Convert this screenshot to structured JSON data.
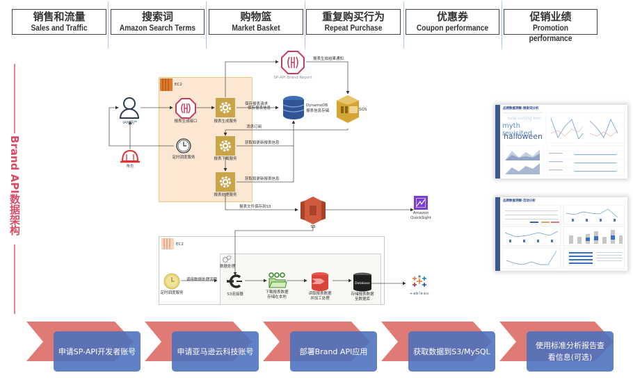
{
  "header": {
    "categories": [
      {
        "zh": "销售和流量",
        "en": "Sales and Traffic"
      },
      {
        "zh": "搜索词",
        "en": "Amazon Search Terms"
      },
      {
        "zh": "购物篮",
        "en": "Market Basket"
      },
      {
        "zh": "重复购买行为",
        "en": "Repeat Purchase"
      },
      {
        "zh": "优惠券",
        "en": "Coupon performance"
      },
      {
        "zh": "促销业绩",
        "en": "Promotion performance"
      }
    ]
  },
  "side_title": "Brand API数据架构",
  "diagram": {
    "iam_user": "IAM用户",
    "role": "角色",
    "ec2_top": "EC2",
    "report_api_gateway": "报表生成接口",
    "report_gen_service": "报表生成服务",
    "scheduler_service": "定时调度服务",
    "report_download_service": "报表下载服务",
    "report_process_service": "报表处理服务",
    "sp_api_brand_report": "SP-API Brand Report",
    "report_done_notice": "报表生成结果通知",
    "dynamodb_name": "DynamoDB",
    "dynamodb_desc": "报表信息存储",
    "sqs": "SQS",
    "edge_save_info_1": "保存报表请求",
    "edge_save_info_2": "保存报表信息",
    "edge_msg_subscribe": "消息订阅",
    "edge_fetch_update_1": "获取和更新报表信息",
    "edge_fetch_update_2": "获取和更新报表信息",
    "edge_save_to_s3": "报表文件保存到S3",
    "s3": "S3",
    "quicksight": "Amazon\nQuickSight",
    "quicksight_1": "Amazon",
    "quicksight_2": "QuickSight",
    "ec2_bottom": "EC2",
    "data_processing": "数据处理",
    "scheduler_service_2": "定时调度服务",
    "edge_invoke_processing": "调用数据处理流程",
    "s3_connector": "S3连接器",
    "download_store_1": "下载报表数据",
    "download_store_2": "存储在本地",
    "read_process_1": "读取报表数据",
    "read_process_2": "并加工处理",
    "database_label": "Database",
    "store_db_1": "存储报表数据",
    "store_db_2": "至数据库",
    "tableau": "+ableau"
  },
  "dashboards": [
    {
      "title": "品牌数据洞察-搜索词分析",
      "word_cloud": [
        "oval curling iron",
        "myth revisited",
        "halloween"
      ]
    },
    {
      "title": "品牌数据洞察-活动分析"
    }
  ],
  "steps": [
    {
      "label": "申请SP-API开发者账号"
    },
    {
      "label": "申请亚马逊云科技账号"
    },
    {
      "label": "部署Brand API应用"
    },
    {
      "label": "获取数据到S3/MySQL"
    },
    {
      "label": "使用标准分析报告查看信息(可选)"
    }
  ],
  "colors": {
    "chevron": "#e07a74",
    "step_box": "#4a6fbe",
    "side_title": "#d94a64",
    "ec2_panel": "#fbe7d2",
    "aws_orange": "#c8a146"
  }
}
